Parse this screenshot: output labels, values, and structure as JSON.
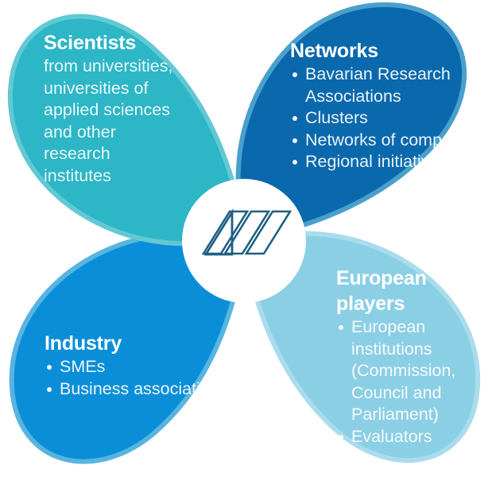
{
  "diagram": {
    "type": "four-petal-pinwheel",
    "center_logo": "three-parallelograms-icon",
    "background_color": "#ffffff",
    "petals": [
      {
        "key": "scientists",
        "title": "Scientists",
        "color": "#2cb6c6",
        "edge_color": "#62c9d4",
        "position": "top-left",
        "body_lines": [
          "from universities,",
          "universities of",
          "applied sciences",
          "and other",
          "research",
          "institutes"
        ],
        "bullets": []
      },
      {
        "key": "networks",
        "title": "Networks",
        "color": "#0a68ad",
        "edge_color": "#4aa0cc",
        "position": "top-right",
        "body_lines": [],
        "bullets": [
          [
            "Bavarian Research",
            "Associations"
          ],
          [
            "Clusters"
          ],
          [
            "Networks of competencies"
          ],
          [
            "Regional initiatives"
          ]
        ]
      },
      {
        "key": "industry",
        "title": "Industry",
        "color": "#0b8ed8",
        "edge_color": "#58b4e0",
        "position": "bottom-left",
        "body_lines": [],
        "bullets": [
          [
            "SMEs"
          ],
          [
            "Business associations"
          ]
        ]
      },
      {
        "key": "european",
        "title_lines": [
          "European",
          "players"
        ],
        "title": "European players",
        "color": "#8bcfe5",
        "edge_color": "#a9dcec",
        "position": "bottom-right",
        "body_lines": [],
        "bullets": [
          [
            "European",
            "institutions",
            "(Commission,",
            "Council and",
            "Parliament)"
          ],
          [
            "Evaluators"
          ]
        ]
      }
    ]
  },
  "colors": {
    "teal": "#2cb6c6",
    "dark_blue": "#0a68ad",
    "mid_blue": "#0b8ed8",
    "light_blue": "#8bcfe5",
    "logo_stroke": "#1f5f84",
    "center_circle": "#ffffff"
  }
}
